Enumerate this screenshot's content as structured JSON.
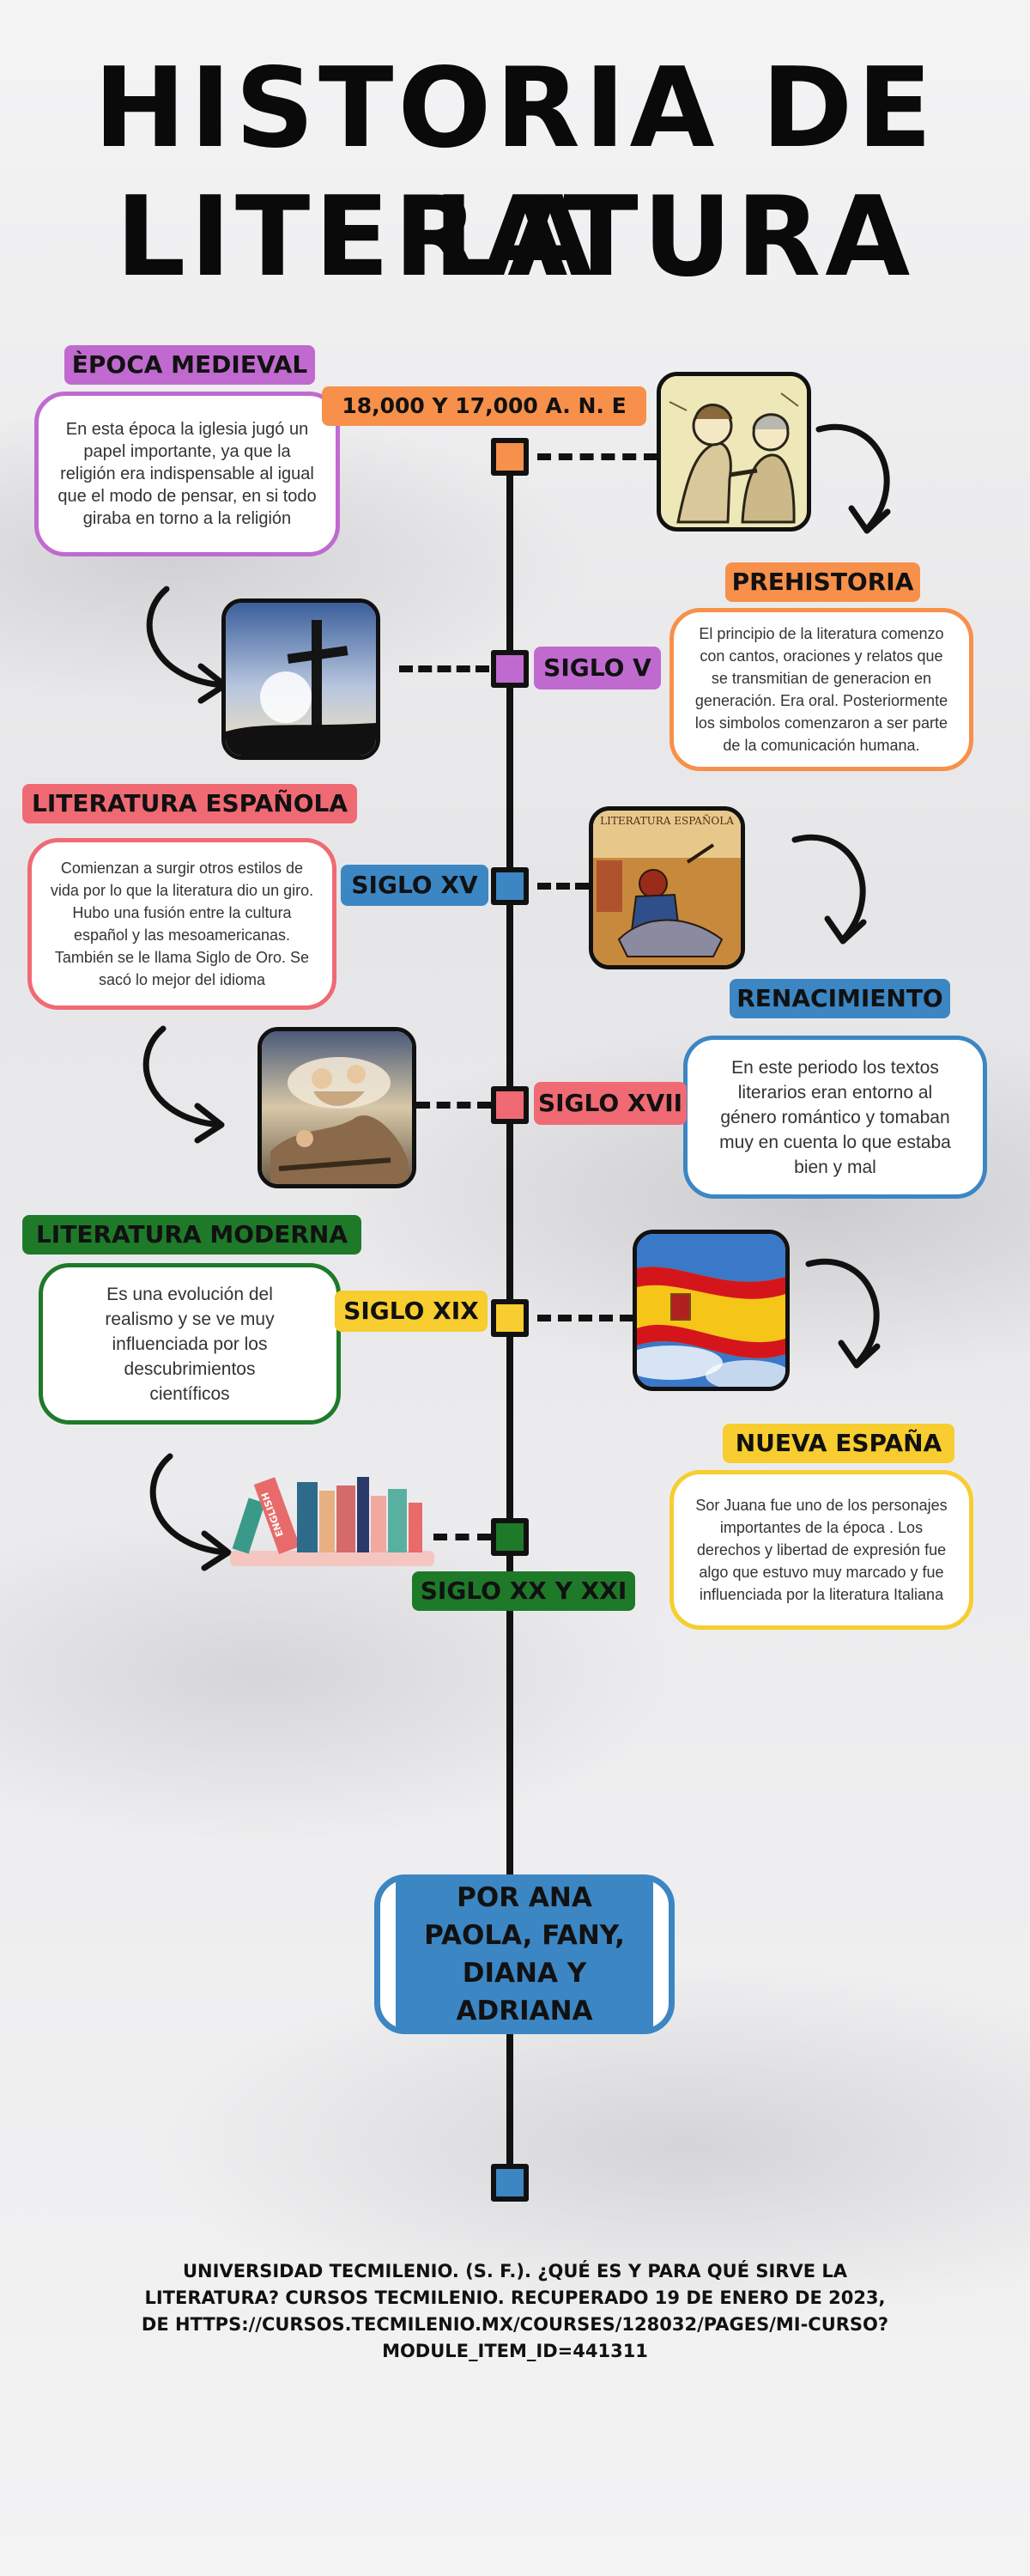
{
  "title": {
    "line1": "HISTORIA DE LA",
    "line2": "LITERATURA"
  },
  "colors": {
    "purple": "#c06ad0",
    "orange": "#f7904a",
    "pink": "#f06a74",
    "blue": "#3c86c3",
    "green": "#1e7a29",
    "yellow": "#f7cd2f",
    "line": "#111111"
  },
  "events": [
    {
      "period": "18,000 Y 17,000 A. N. E",
      "heading": "ÈPOCA MEDIEVAL",
      "text": "En esta época la iglesia jugó un papel importante, ya que la religión era indispensable al igual que el modo de pensar, en si todo giraba en torno a la religión"
    },
    {
      "period": "SIGLO V",
      "heading": "PREHISTORIA",
      "text": "El principio de la literatura comenzo con cantos, oraciones y relatos que se transmitian de generacion en generación. Era oral. Posteriormente los simbolos comenzaron a ser parte de la comunicación humana."
    },
    {
      "period": "SIGLO XV",
      "heading": "LITERATURA ESPAÑOLA",
      "text": "Comienzan a surgir  otros estilos de vida por lo que la literatura dio un giro. Hubo una fusión entre la cultura español y las mesoamericanas. También se le llama Siglo de Oro. Se sacó lo mejor del idioma"
    },
    {
      "period": "SIGLO XVII",
      "heading": "RENACIMIENTO",
      "text": "En este periodo los textos literarios eran entorno al género romántico  y tomaban muy en cuenta lo que estaba bien y mal"
    },
    {
      "period": "SIGLO XIX",
      "heading": "LITERATURA MODERNA",
      "text": "Es una evolución del realismo y se ve muy influenciada por los descubrimientos científicos"
    },
    {
      "period": "SIGLO XX Y XXI",
      "heading": "NUEVA ESPAÑA",
      "text": "Sor Juana fue uno de los personajes importantes de la época . Los derechos y libertad de expresión fue algo que estuvo muy marcado y fue influenciada por la literatura Italiana"
    }
  ],
  "image_text": {
    "book_cover": "LITERATURA ESPAÑOLA",
    "book_spine": "ENGLISH"
  },
  "authors": "POR ANA PAOLA, FANY, DIANA Y ADRIANA",
  "citation": "UNIVERSIDAD TECMILENIO. (S. F.). ¿QUÉ ES Y PARA QUÉ SIRVE LA LITERATURA? CURSOS TECMILENIO. RECUPERADO 19 DE ENERO DE 2023, DE HTTPS://CURSOS.TECMILENIO.MX/COURSES/128032/PAGES/MI-CURSO?MODULE_ITEM_ID=441311"
}
